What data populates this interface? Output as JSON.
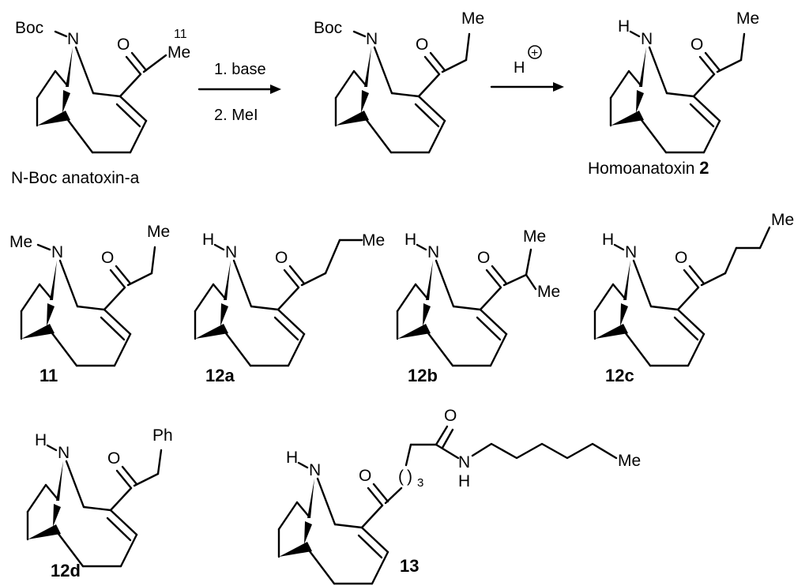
{
  "figure": {
    "molecules": [
      {
        "id": "nboc",
        "n_sub": "Boc",
        "n": "N",
        "o": "O",
        "r": "Me",
        "superscript": "11",
        "caption": "N-Boc anatoxin-a",
        "caption_number": ""
      },
      {
        "id": "methylated",
        "n_sub": "Boc",
        "n": "N",
        "o": "O",
        "r": "Me",
        "caption": "",
        "caption_number": ""
      },
      {
        "id": "homo",
        "n_sub": "H",
        "n": "N",
        "o": "O",
        "r": "Me",
        "caption": "Homoanatoxin ",
        "caption_number": "2"
      },
      {
        "id": "c11",
        "n_sub": "Me",
        "n": "N",
        "o": "O",
        "r": "Me",
        "caption_number": "11"
      },
      {
        "id": "c12a",
        "n_sub": "H",
        "n": "N",
        "o": "O",
        "r": "Me",
        "caption_number": "12a"
      },
      {
        "id": "c12b",
        "n_sub": "H",
        "n": "N",
        "o": "O",
        "r": "Me",
        "r2": "Me",
        "caption_number": "12b"
      },
      {
        "id": "c12c",
        "n_sub": "H",
        "n": "N",
        "o": "O",
        "r": "Me",
        "caption_number": "12c"
      },
      {
        "id": "c12d",
        "n_sub": "H",
        "n": "N",
        "o": "O",
        "r": "Ph",
        "caption_number": "12d"
      },
      {
        "id": "c13",
        "n_sub": "H",
        "n": "N",
        "o": "O",
        "o2": "O",
        "nh_n": "N",
        "nh_h": "H",
        "paren_open": "(",
        "paren_close": ")",
        "paren_sub": "3",
        "r": "Me",
        "caption_number": "13"
      }
    ],
    "arrows": [
      {
        "id": "step1",
        "above": "1. base",
        "below": "2. MeI"
      },
      {
        "id": "step2",
        "above": "H",
        "charge": "+"
      }
    ]
  }
}
